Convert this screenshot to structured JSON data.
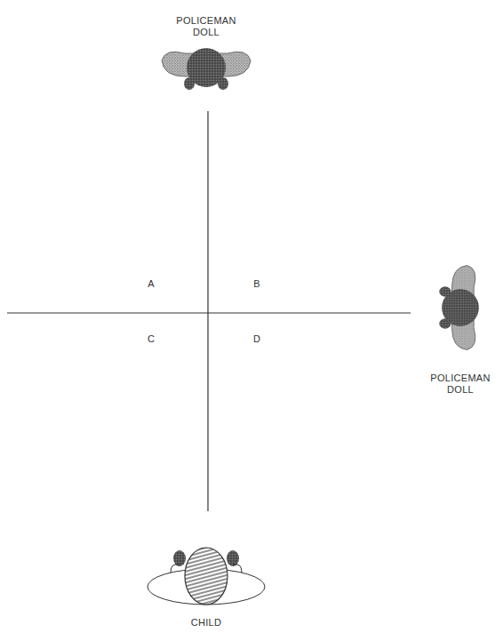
{
  "diagram": {
    "labels": [
      "POLICEMAN DOLL",
      "A",
      "B",
      "C",
      "D",
      "POLICEMAN DOLL",
      "CHILD"
    ]
  }
}
